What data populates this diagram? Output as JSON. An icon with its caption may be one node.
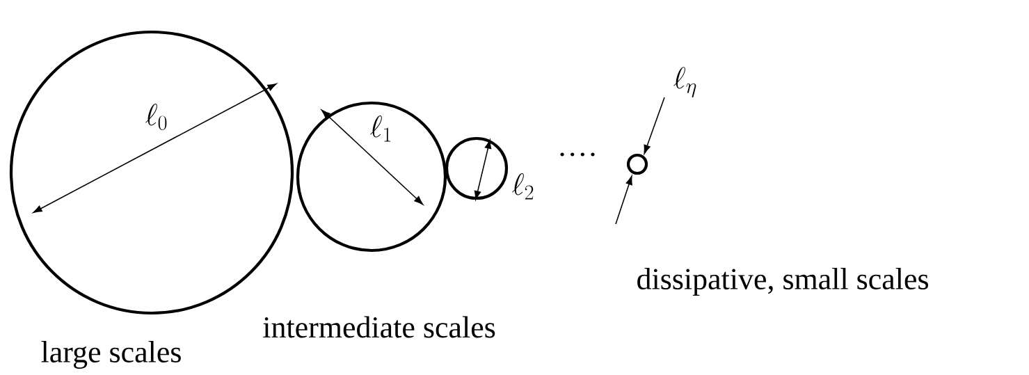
{
  "diagram": {
    "nodes": [
      {
        "text": [],
        "shape": "circle"
      },
      {
        "text": [],
        "shape": "circle"
      },
      {
        "text": [],
        "shape": "circle"
      },
      {
        "text": [],
        "shape": "circle"
      }
    ],
    "labels": [
      "\\ell_{\\eta}",
      "\\ell_{0}",
      "\\ell_{1}",
      "\\ell_{2}",
      "····",
      "dissipative,  small scales",
      "intermediate  scales",
      "large scales"
    ]
  }
}
